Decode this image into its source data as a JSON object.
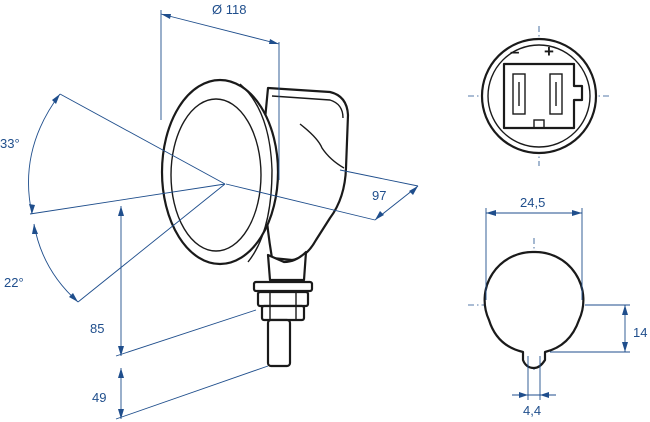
{
  "dimensions": {
    "diameter": "Ø 118",
    "depth": "97",
    "angle_up": "33°",
    "angle_down": "22°",
    "height_center": "85",
    "stud_length": "49",
    "connector_width": "24,5",
    "connector_offset": "14",
    "pin_width": "4,4"
  },
  "connector": {
    "minus_label": "–",
    "plus_label": "+"
  },
  "colors": {
    "dimension": "#1f4e8c",
    "outline": "#1a1a1a"
  }
}
